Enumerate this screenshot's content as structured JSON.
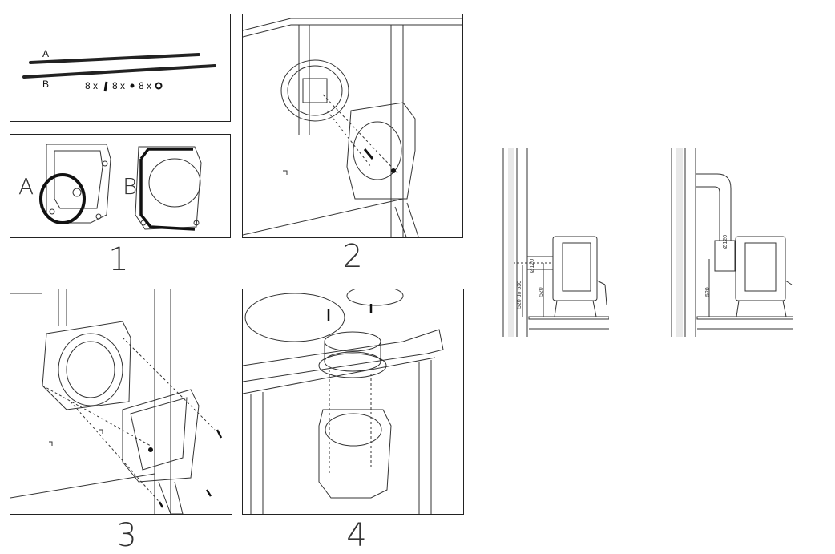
{
  "steps": [
    "1",
    "2",
    "3",
    "4"
  ],
  "parts": {
    "rod_a": "A",
    "rod_b": "B",
    "qty_1": "8 x",
    "qty_2": "8 x",
    "qty_3": "8 x"
  },
  "gasket": {
    "label_a": "A",
    "label_b": "B"
  },
  "elevation_left": {
    "dim_range": "520 do 530",
    "dim_stove": "520",
    "dim_pipe": "Ø120"
  },
  "elevation_right": {
    "dim_stove": "520",
    "dim_pipe": "Ø120"
  }
}
